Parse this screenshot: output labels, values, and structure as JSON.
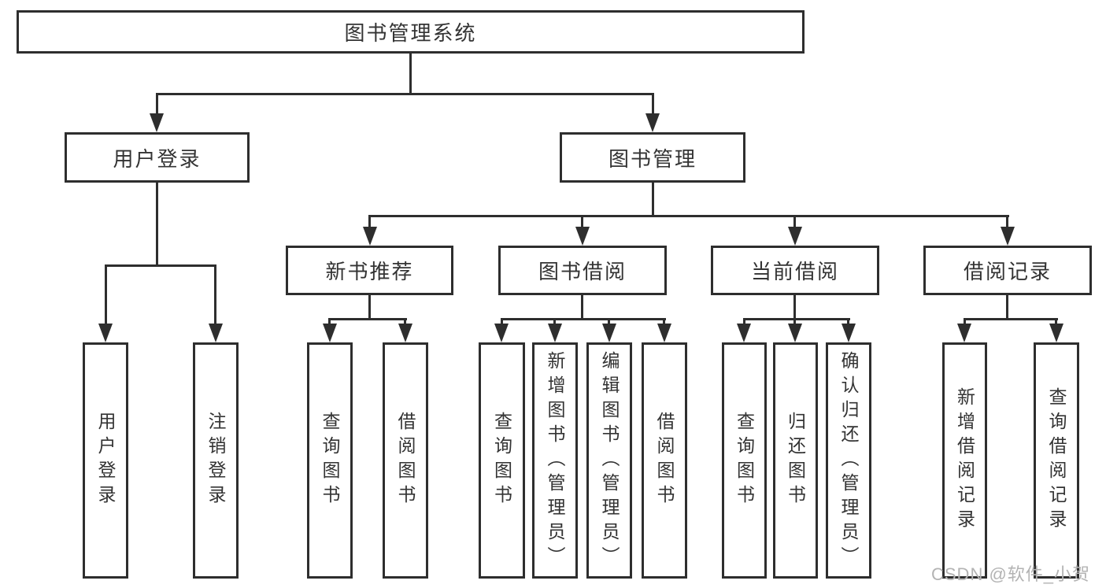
{
  "tree": {
    "root": "图书管理系统",
    "children": [
      {
        "label": "用户登录",
        "children": [
          "用户登录",
          "注销登录"
        ]
      },
      {
        "label": "图书管理",
        "children": [
          {
            "label": "新书推荐",
            "children": [
              "查询图书",
              "借阅图书"
            ]
          },
          {
            "label": "图书借阅",
            "children": [
              "查询图书",
              "新增图书（管理员）",
              "编辑图书（管理员）",
              "借阅图书"
            ]
          },
          {
            "label": "当前借阅",
            "children": [
              "查询图书",
              "归还图书",
              "确认归还（管理员）"
            ]
          },
          {
            "label": "借阅记录",
            "children": [
              "新增借阅记录",
              "查询借阅记录"
            ]
          }
        ]
      }
    ]
  },
  "watermark": {
    "text": "CSDN @软件_小贺同学"
  },
  "colors": {
    "line": "#2e2e2e",
    "box_border": "#2e2e2e",
    "text": "#333333",
    "watermark": "#b3b3b3",
    "background": "#ffffff"
  }
}
